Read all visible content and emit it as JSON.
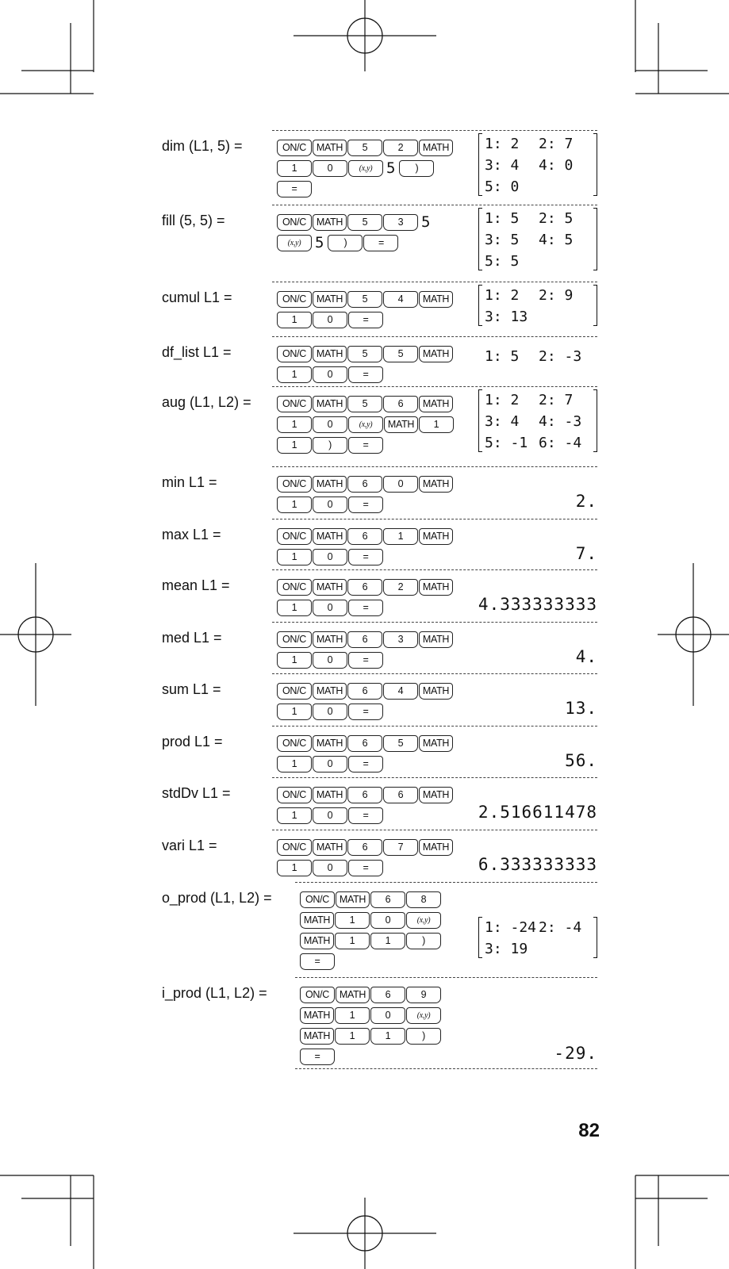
{
  "page_number": "82",
  "rows": [
    {
      "label": "dim (L1, 5) =",
      "keys": [
        [
          "ON/C",
          "MATH",
          "5",
          "2",
          "MATH"
        ],
        [
          "1",
          "0",
          "(x,y)",
          "t:5",
          ")"
        ],
        [
          "="
        ]
      ],
      "display": {
        "lines": [
          [
            "1: 2",
            "2: 7"
          ],
          [
            "3: 4",
            "4: 0"
          ],
          [
            "5: 0"
          ]
        ]
      }
    },
    {
      "label": "fill (5, 5) =",
      "keys": [
        [
          "ON/C",
          "MATH",
          "5",
          "3",
          "t:5"
        ],
        [
          "(x,y)",
          "t:5",
          ")",
          "="
        ]
      ],
      "display": {
        "lines": [
          [
            "1: 5",
            "2: 5"
          ],
          [
            "3: 5",
            "4: 5"
          ],
          [
            "5: 5"
          ]
        ]
      }
    },
    {
      "label": "cumul L1 =",
      "keys": [
        [
          "ON/C",
          "MATH",
          "5",
          "4",
          "MATH"
        ],
        [
          "1",
          "0",
          "="
        ]
      ],
      "display": {
        "lines": [
          [
            "1: 2",
            "2: 9"
          ],
          [
            "3: 13"
          ]
        ]
      }
    },
    {
      "label": "df_list L1 =",
      "keys": [
        [
          "ON/C",
          "MATH",
          "5",
          "5",
          "MATH"
        ],
        [
          "1",
          "0",
          "="
        ]
      ],
      "display": {
        "plain": true,
        "lines": [
          [
            "1: 5",
            "2: -3"
          ]
        ]
      }
    },
    {
      "label": "aug (L1, L2) =",
      "keys": [
        [
          "ON/C",
          "MATH",
          "5",
          "6",
          "MATH"
        ],
        [
          "1",
          "0",
          "(x,y)",
          "MATH",
          "1"
        ],
        [
          "1",
          ")",
          "="
        ]
      ],
      "display": {
        "lines": [
          [
            "1: 2",
            "2: 7"
          ],
          [
            "3: 4",
            "4: -3"
          ],
          [
            "5: -1",
            "6: -4"
          ]
        ]
      }
    },
    {
      "label": "min L1 =",
      "keys": [
        [
          "ON/C",
          "MATH",
          "6",
          "0",
          "MATH"
        ],
        [
          "1",
          "0",
          "="
        ]
      ],
      "result": "2."
    },
    {
      "label": "max L1 =",
      "keys": [
        [
          "ON/C",
          "MATH",
          "6",
          "1",
          "MATH"
        ],
        [
          "1",
          "0",
          "="
        ]
      ],
      "result": "7."
    },
    {
      "label": "mean L1 =",
      "keys": [
        [
          "ON/C",
          "MATH",
          "6",
          "2",
          "MATH"
        ],
        [
          "1",
          "0",
          "="
        ]
      ],
      "result": "4.333333333"
    },
    {
      "label": "med L1 =",
      "keys": [
        [
          "ON/C",
          "MATH",
          "6",
          "3",
          "MATH"
        ],
        [
          "1",
          "0",
          "="
        ]
      ],
      "result": "4."
    },
    {
      "label": "sum L1 =",
      "keys": [
        [
          "ON/C",
          "MATH",
          "6",
          "4",
          "MATH"
        ],
        [
          "1",
          "0",
          "="
        ]
      ],
      "result": "13."
    },
    {
      "label": "prod L1 =",
      "keys": [
        [
          "ON/C",
          "MATH",
          "6",
          "5",
          "MATH"
        ],
        [
          "1",
          "0",
          "="
        ]
      ],
      "result": "56."
    },
    {
      "label": "stdDv L1 =",
      "keys": [
        [
          "ON/C",
          "MATH",
          "6",
          "6",
          "MATH"
        ],
        [
          "1",
          "0",
          "="
        ]
      ],
      "result": "2.516611478"
    },
    {
      "label": "vari L1 =",
      "keys": [
        [
          "ON/C",
          "MATH",
          "6",
          "7",
          "MATH"
        ],
        [
          "1",
          "0",
          "="
        ]
      ],
      "result": "6.333333333"
    },
    {
      "label": "o_prod (L1, L2) =",
      "keys": [
        [
          "ON/C",
          "MATH",
          "6",
          "8"
        ],
        [
          "MATH",
          "1",
          "0",
          "(x,y)"
        ],
        [
          "MATH",
          "1",
          "1",
          ")"
        ],
        [
          "="
        ]
      ],
      "display": {
        "lines": [
          [
            "1: -24",
            "2: -4"
          ],
          [
            "3: 19"
          ]
        ]
      }
    },
    {
      "label": "i_prod (L1, L2) =",
      "keys": [
        [
          "ON/C",
          "MATH",
          "6",
          "9"
        ],
        [
          "MATH",
          "1",
          "0",
          "(x,y)"
        ],
        [
          "MATH",
          "1",
          "1",
          ")"
        ],
        [
          "="
        ]
      ],
      "result": "-29."
    }
  ]
}
